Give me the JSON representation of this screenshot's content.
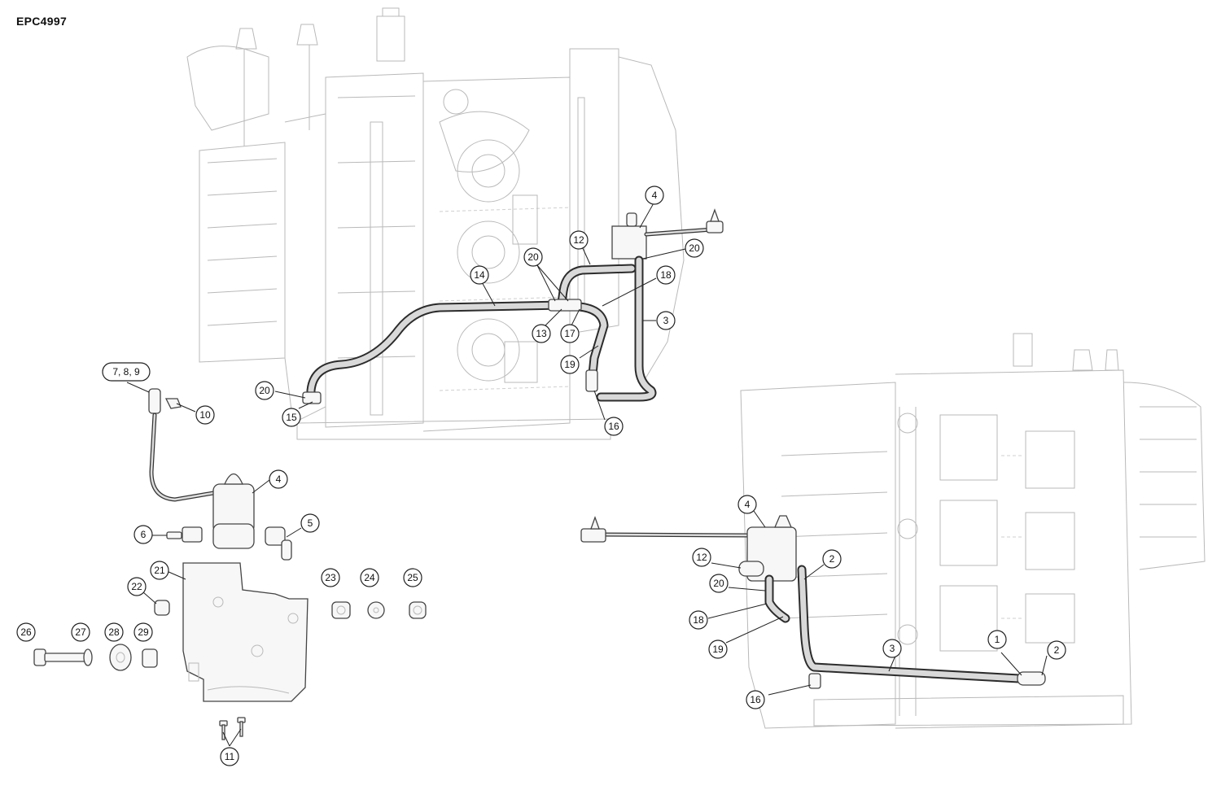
{
  "document": {
    "id": "EPC4997"
  },
  "callouts": [
    {
      "label": "4"
    },
    {
      "label": "12"
    },
    {
      "label": "20"
    },
    {
      "label": "20"
    },
    {
      "label": "14"
    },
    {
      "label": "18"
    },
    {
      "label": "3"
    },
    {
      "label": "13"
    },
    {
      "label": "17"
    },
    {
      "label": "19"
    },
    {
      "label": "20"
    },
    {
      "label": "15"
    },
    {
      "label": "16"
    },
    {
      "label": "7, 8, 9"
    },
    {
      "label": "10"
    },
    {
      "label": "4"
    },
    {
      "label": "6"
    },
    {
      "label": "5"
    },
    {
      "label": "21"
    },
    {
      "label": "22"
    },
    {
      "label": "23"
    },
    {
      "label": "24"
    },
    {
      "label": "25"
    },
    {
      "label": "26"
    },
    {
      "label": "27"
    },
    {
      "label": "28"
    },
    {
      "label": "29"
    },
    {
      "label": "11"
    },
    {
      "label": "4"
    },
    {
      "label": "12"
    },
    {
      "label": "2"
    },
    {
      "label": "20"
    },
    {
      "label": "18"
    },
    {
      "label": "19"
    },
    {
      "label": "3"
    },
    {
      "label": "1"
    },
    {
      "label": "2"
    },
    {
      "label": "16"
    }
  ]
}
